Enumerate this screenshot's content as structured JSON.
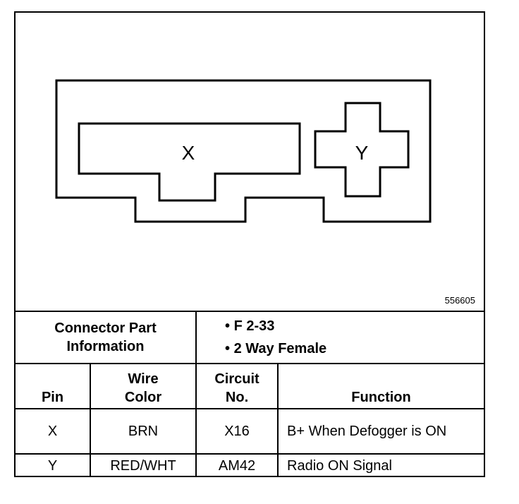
{
  "figure_id": "556605",
  "connector": {
    "cavity_x_label": "X",
    "cavity_y_label": "Y"
  },
  "info": {
    "label": "Connector Part Information",
    "items": [
      "F 2-33",
      "2 Way Female"
    ]
  },
  "table": {
    "headers": {
      "pin": "Pin",
      "wire_color": "Wire Color",
      "circuit": "Circuit No.",
      "function": "Function"
    },
    "rows": [
      {
        "pin": "X",
        "wire_color": "BRN",
        "circuit": "X16",
        "function": "B+ When Defogger is ON"
      },
      {
        "pin": "Y",
        "wire_color": "RED/WHT",
        "circuit": "AM42",
        "function": "Radio ON Signal"
      }
    ]
  }
}
